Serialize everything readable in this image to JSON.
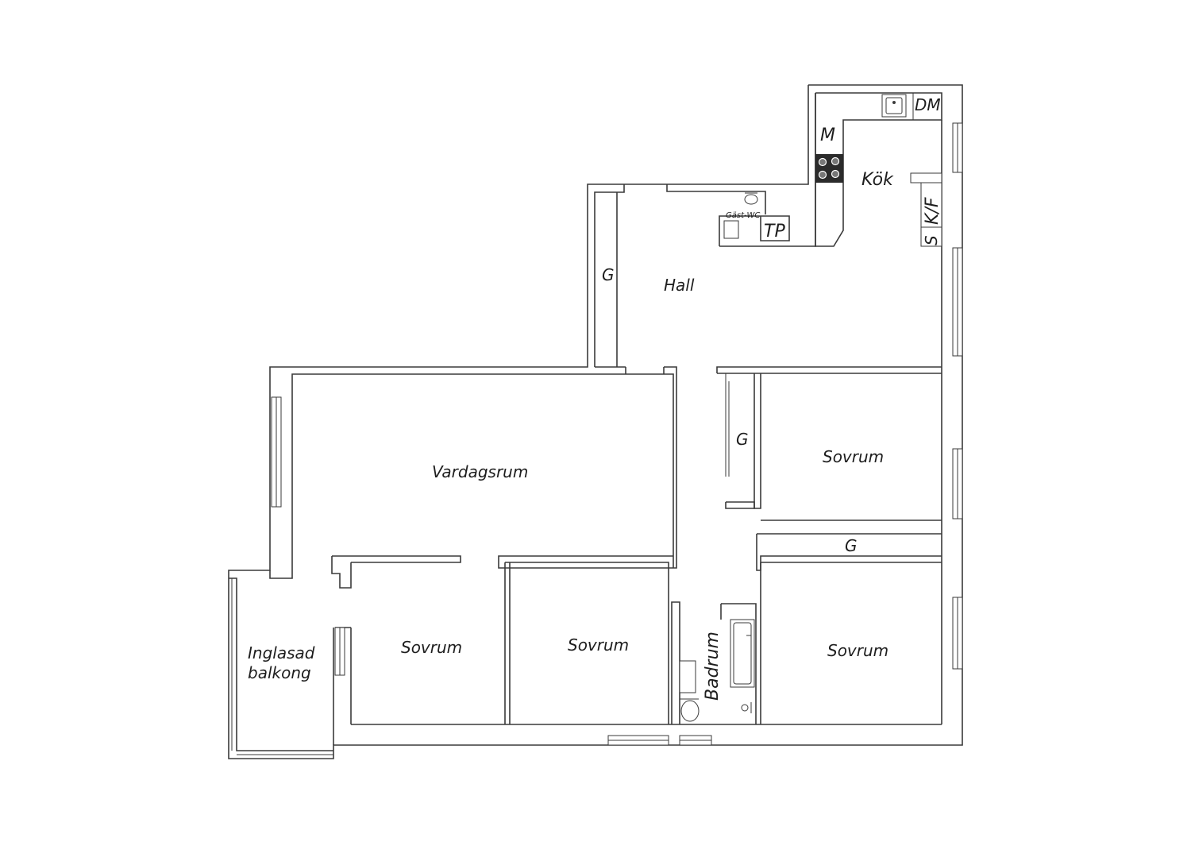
{
  "rooms": {
    "kok": "Kök",
    "hall": "Hall",
    "vardagsrum": "Vardagsrum",
    "sovrum_1": "Sovrum",
    "sovrum_2": "Sovrum",
    "sovrum_3": "Sovrum",
    "sovrum_4": "Sovrum",
    "badrum": "Badrum",
    "balkong_line1": "Inglasad",
    "balkong_line2": "balkong",
    "gast_wc": "Gäst-WC"
  },
  "fixtures": {
    "dm": "DM",
    "m": "M",
    "kf": "K/F",
    "s": "S",
    "tp": "TP",
    "g_hall": "G",
    "g_corridor": "G",
    "g_bedroom": "G"
  },
  "colors": {
    "wall_stroke": "#3a3a3a",
    "background": "#ffffff",
    "stove": "#2b2b2b"
  }
}
